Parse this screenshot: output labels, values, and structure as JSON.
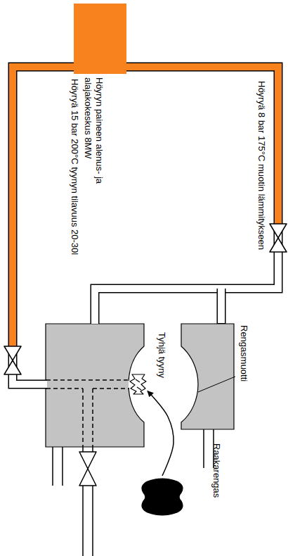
{
  "diagram": {
    "nodes": [
      {
        "text": [
          "Höyryn paineen alenus- ja alajakokeskus 8MW"
        ]
      },
      {
        "text": [
          "Rengasmuotti"
        ]
      },
      {
        "text": [
          "Tyhjä tyyny"
        ],
        "in": 1
      },
      {
        "text": [
          "Raakarengas"
        ]
      }
    ],
    "edges": [
      {
        "from": 0,
        "to": 2,
        "label": "Höyryä 15 bar 200°C tyynyn tilavuus 20-30l",
        "arrow": "none"
      },
      {
        "from": 0,
        "to": 1,
        "label": "Höyryä 8 bar 175°C muotin lämmitykseen",
        "arrow": "none"
      },
      {
        "from": 3,
        "to": 2,
        "arrow": "to"
      }
    ]
  }
}
